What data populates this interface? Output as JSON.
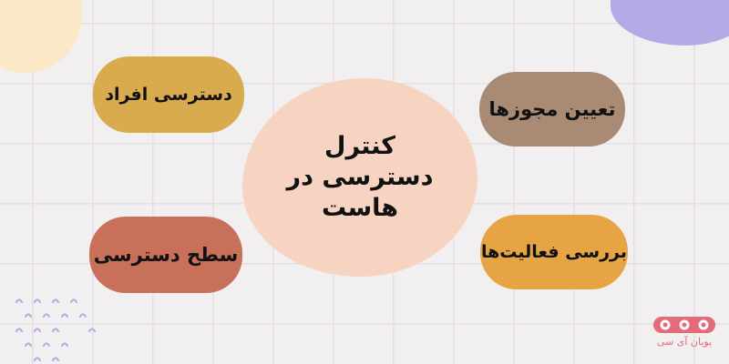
{
  "diagram": {
    "center": "کنترل دسترسی در هاست",
    "nodes": [
      {
        "id": "n1",
        "label": "دسترسی افراد",
        "color": "#d8ab4f"
      },
      {
        "id": "n2",
        "label": "تعیین مجوزها",
        "color": "#a88a75"
      },
      {
        "id": "n3",
        "label": "سطح دسترسی",
        "color": "#c9705b"
      },
      {
        "id": "n4",
        "label": "بررسی فعالیت‌ها",
        "color": "#e6a445"
      }
    ]
  },
  "brand": {
    "name": "پویان آی سی",
    "color": "#e36b7a"
  },
  "colors": {
    "background": "#f2eff1",
    "center": "#f7d4c1"
  }
}
